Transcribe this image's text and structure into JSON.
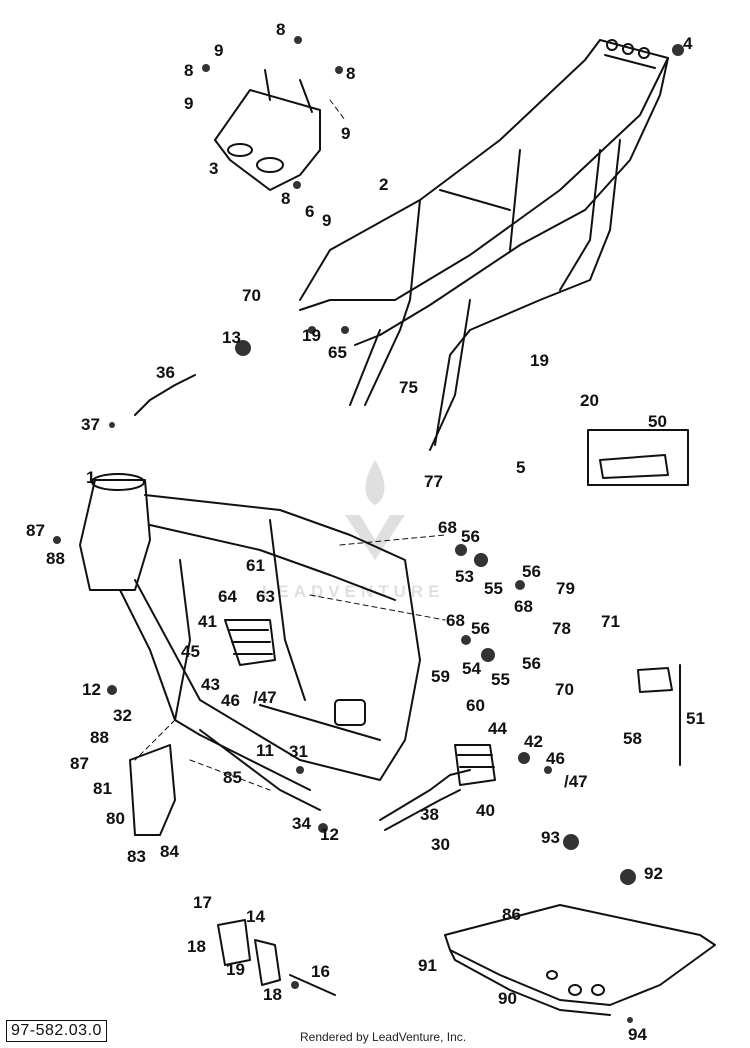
{
  "document": {
    "code": "97-582.03.0",
    "footer": "Rendered by LeadVenture, Inc.",
    "watermark_text": "LEADVENTURE"
  },
  "callouts": [
    {
      "id": "c8a",
      "text": "8"
    },
    {
      "id": "c9a",
      "text": "9"
    },
    {
      "id": "c8b",
      "text": "8"
    },
    {
      "id": "c9b",
      "text": "9"
    },
    {
      "id": "c8c",
      "text": "8"
    },
    {
      "id": "c9c",
      "text": "9"
    },
    {
      "id": "c3",
      "text": "3"
    },
    {
      "id": "c8d",
      "text": "8"
    },
    {
      "id": "c6",
      "text": "6"
    },
    {
      "id": "c9d",
      "text": "9"
    },
    {
      "id": "c4",
      "text": "4"
    },
    {
      "id": "c2",
      "text": "2"
    },
    {
      "id": "c70a",
      "text": "70"
    },
    {
      "id": "c13",
      "text": "13"
    },
    {
      "id": "c19a",
      "text": "19"
    },
    {
      "id": "c65",
      "text": "65"
    },
    {
      "id": "c36",
      "text": "36"
    },
    {
      "id": "c75",
      "text": "75"
    },
    {
      "id": "c19b",
      "text": "19"
    },
    {
      "id": "c20",
      "text": "20"
    },
    {
      "id": "c37",
      "text": "37"
    },
    {
      "id": "c50",
      "text": "50"
    },
    {
      "id": "c5",
      "text": "5"
    },
    {
      "id": "c77",
      "text": "77"
    },
    {
      "id": "c1",
      "text": "1"
    },
    {
      "id": "c87a",
      "text": "87"
    },
    {
      "id": "c88a",
      "text": "88"
    },
    {
      "id": "c68a",
      "text": "68"
    },
    {
      "id": "c56a",
      "text": "56"
    },
    {
      "id": "c53",
      "text": "53"
    },
    {
      "id": "c55a",
      "text": "55"
    },
    {
      "id": "c56b",
      "text": "56"
    },
    {
      "id": "c79",
      "text": "79"
    },
    {
      "id": "c68b",
      "text": "68"
    },
    {
      "id": "c61",
      "text": "61"
    },
    {
      "id": "c64",
      "text": "64"
    },
    {
      "id": "c63",
      "text": "63"
    },
    {
      "id": "c41",
      "text": "41"
    },
    {
      "id": "c78",
      "text": "78"
    },
    {
      "id": "c71",
      "text": "71"
    },
    {
      "id": "c68c",
      "text": "68"
    },
    {
      "id": "c56c",
      "text": "56"
    },
    {
      "id": "c45",
      "text": "45"
    },
    {
      "id": "c54",
      "text": "54"
    },
    {
      "id": "c56d",
      "text": "56"
    },
    {
      "id": "c55b",
      "text": "55"
    },
    {
      "id": "c43",
      "text": "43"
    },
    {
      "id": "c59",
      "text": "59"
    },
    {
      "id": "c70b",
      "text": "70"
    },
    {
      "id": "c46a",
      "text": "46"
    },
    {
      "id": "c47a",
      "text": "/47"
    },
    {
      "id": "c12a",
      "text": "12"
    },
    {
      "id": "c60",
      "text": "60"
    },
    {
      "id": "c32",
      "text": "32"
    },
    {
      "id": "c51",
      "text": "51"
    },
    {
      "id": "c44",
      "text": "44"
    },
    {
      "id": "c42",
      "text": "42"
    },
    {
      "id": "c58",
      "text": "58"
    },
    {
      "id": "c88b",
      "text": "88"
    },
    {
      "id": "c11",
      "text": "11"
    },
    {
      "id": "c31",
      "text": "31"
    },
    {
      "id": "c87b",
      "text": "87"
    },
    {
      "id": "c46b",
      "text": "46"
    },
    {
      "id": "c85",
      "text": "85"
    },
    {
      "id": "c47b",
      "text": "/47"
    },
    {
      "id": "c81",
      "text": "81"
    },
    {
      "id": "c40",
      "text": "40"
    },
    {
      "id": "c80",
      "text": "80"
    },
    {
      "id": "c38",
      "text": "38"
    },
    {
      "id": "c34",
      "text": "34"
    },
    {
      "id": "c12b",
      "text": "12"
    },
    {
      "id": "c30",
      "text": "30"
    },
    {
      "id": "c93",
      "text": "93"
    },
    {
      "id": "c83",
      "text": "83"
    },
    {
      "id": "c84",
      "text": "84"
    },
    {
      "id": "c92",
      "text": "92"
    },
    {
      "id": "c17",
      "text": "17"
    },
    {
      "id": "c14",
      "text": "14"
    },
    {
      "id": "c86",
      "text": "86"
    },
    {
      "id": "c18a",
      "text": "18"
    },
    {
      "id": "c19c",
      "text": "19"
    },
    {
      "id": "c16",
      "text": "16"
    },
    {
      "id": "c91",
      "text": "91"
    },
    {
      "id": "c18b",
      "text": "18"
    },
    {
      "id": "c90",
      "text": "90"
    },
    {
      "id": "c94",
      "text": "94"
    }
  ]
}
